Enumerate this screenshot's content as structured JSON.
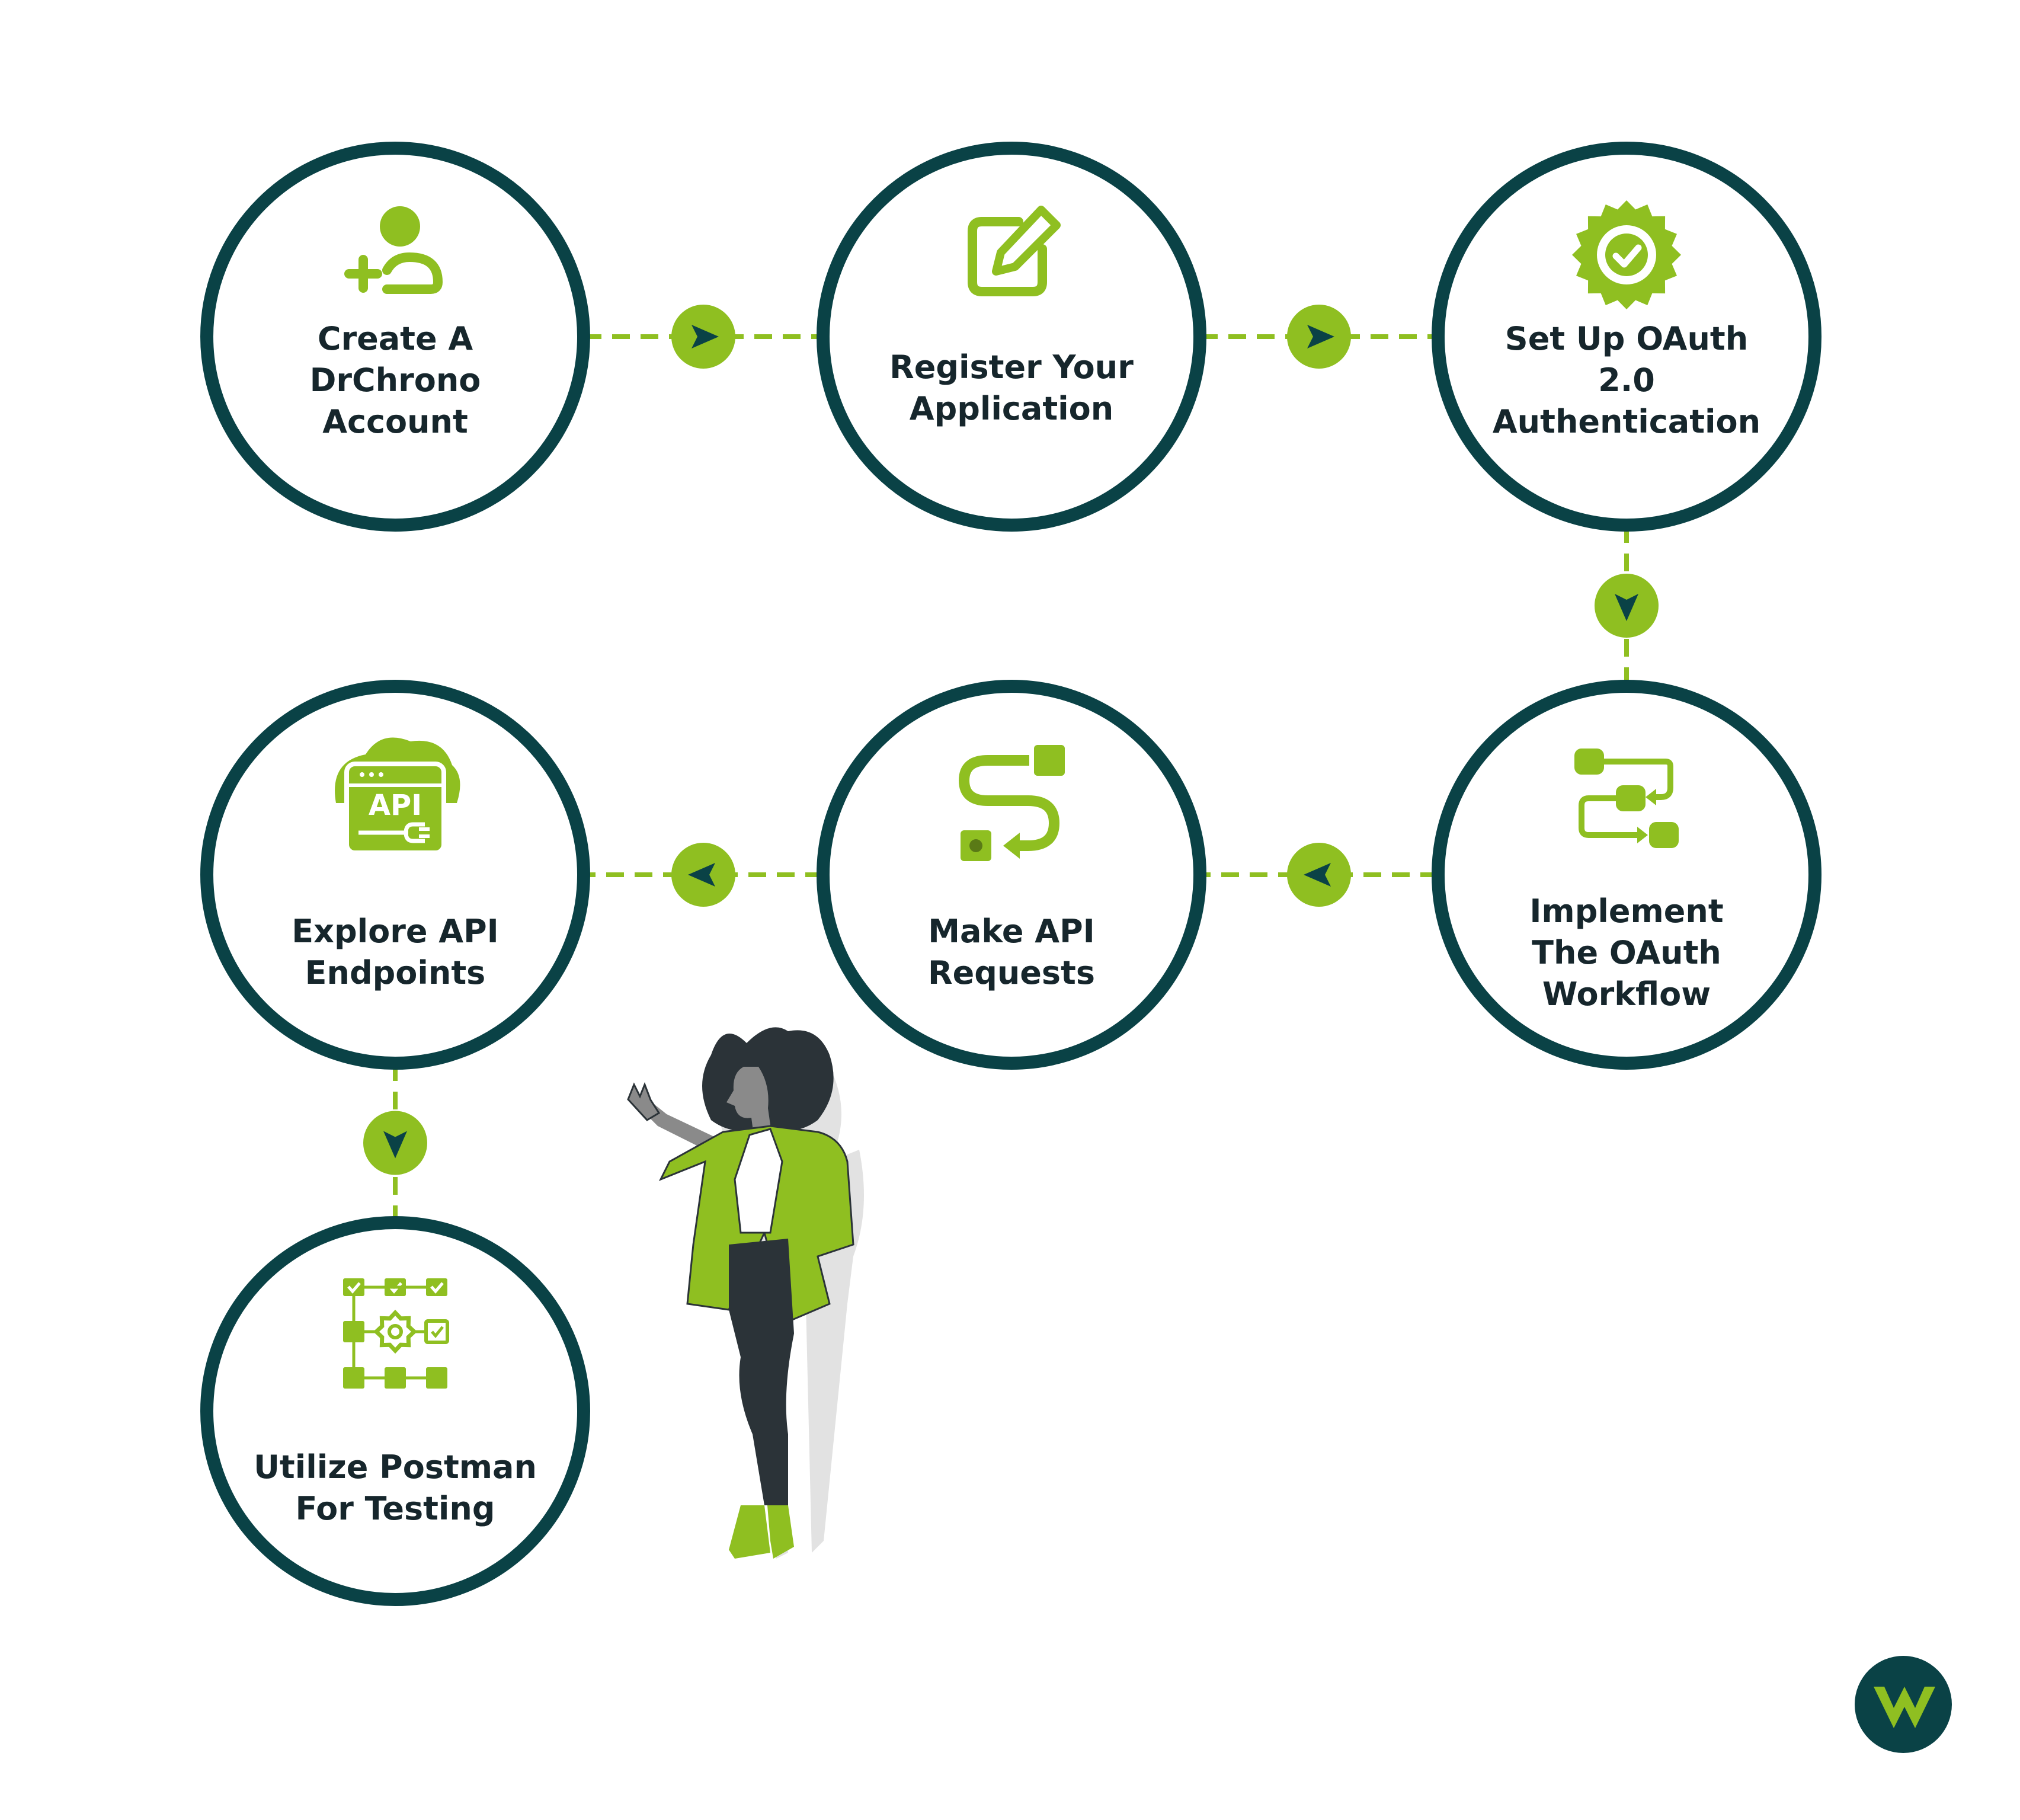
{
  "colors": {
    "ring": "#0a4246",
    "accent": "#8fbf21",
    "text": "#16262c",
    "arrow": "#0a4246",
    "background": "#ffffff",
    "figure_dark": "#2b3338",
    "figure_skin": "#8a8a8a",
    "figure_shadow": "#e2e2e2"
  },
  "steps": [
    {
      "id": "create-account",
      "icon": "add-user-icon",
      "lines": [
        "Create A",
        "DrChrono",
        "Account"
      ]
    },
    {
      "id": "register-app",
      "icon": "edit-icon",
      "lines": [
        "Register Your",
        "Application"
      ]
    },
    {
      "id": "setup-oauth",
      "icon": "verified-badge-icon",
      "lines": [
        "Set Up OAuth",
        "2.0",
        "Authentication"
      ]
    },
    {
      "id": "implement-workflow",
      "icon": "workflow-icon",
      "lines": [
        "Implement",
        "The OAuth",
        "Workflow"
      ]
    },
    {
      "id": "make-requests",
      "icon": "process-path-icon",
      "lines": [
        "Make API",
        "Requests"
      ]
    },
    {
      "id": "explore-endpoints",
      "icon": "api-cloud-icon",
      "lines": [
        "Explore API",
        "Endpoints"
      ]
    },
    {
      "id": "postman-testing",
      "icon": "test-flowchart-icon",
      "lines": [
        "Utilize Postman",
        "For Testing"
      ]
    }
  ],
  "connectors": [
    {
      "from": "create-account",
      "to": "register-app",
      "direction": "right"
    },
    {
      "from": "register-app",
      "to": "setup-oauth",
      "direction": "right"
    },
    {
      "from": "setup-oauth",
      "to": "implement-workflow",
      "direction": "down"
    },
    {
      "from": "implement-workflow",
      "to": "make-requests",
      "direction": "left"
    },
    {
      "from": "make-requests",
      "to": "explore-endpoints",
      "direction": "left"
    },
    {
      "from": "explore-endpoints",
      "to": "postman-testing",
      "direction": "down"
    }
  ],
  "illustration": "presenting-woman",
  "brand_logo": "company-logo-icon"
}
